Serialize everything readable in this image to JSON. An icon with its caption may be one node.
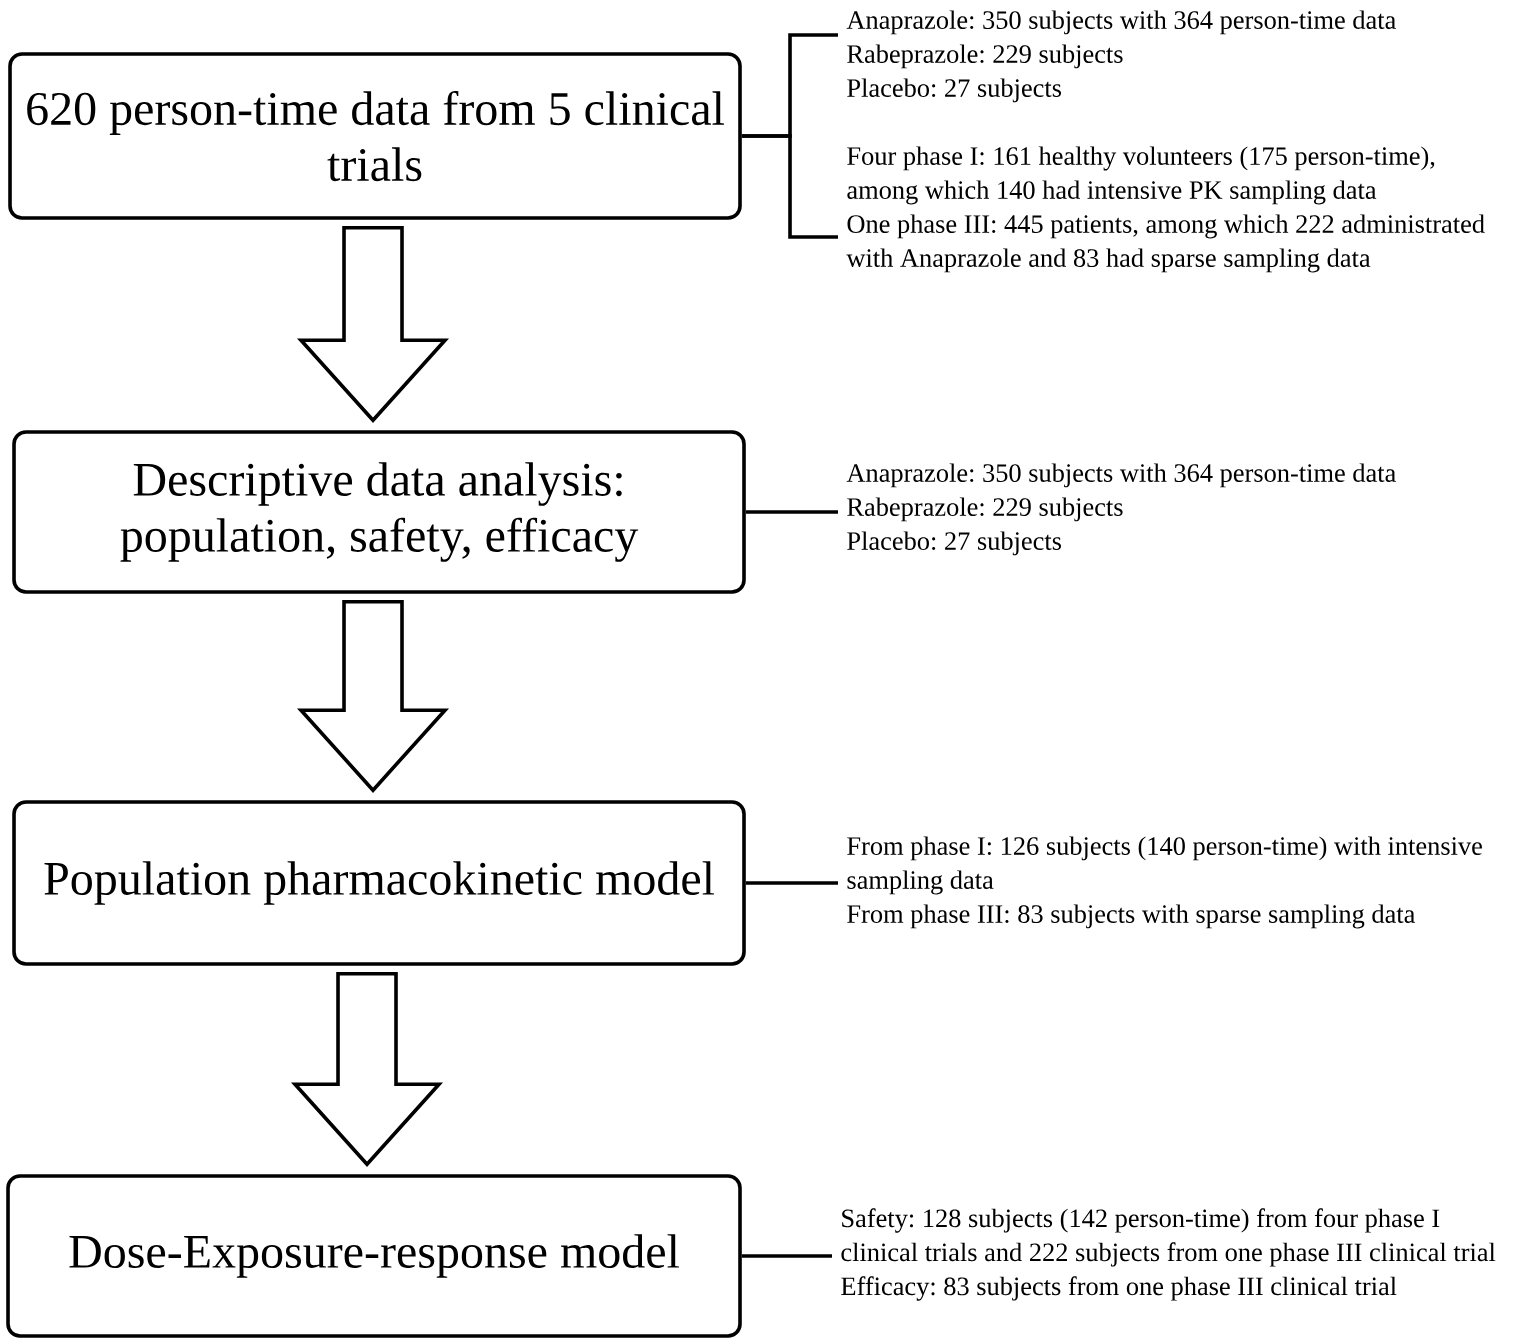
{
  "diagram": {
    "nodes": [
      {
        "text": [
          "620 person-time data from 5 clinical trials"
        ]
      },
      {
        "text": [
          "Anaprazole: 350 subjects with 364 person-time data",
          "Rabeprazole: 229 subjects",
          "Placebo: 27 subjects"
        ]
      },
      {
        "text": [
          "Four phase I: 161 healthy volunteers (175 person-time), among which 140 had intensive PK sampling data",
          "One phase III: 445 patients, among which 222 administrated with Anaprazole and 83 had sparse sampling data"
        ]
      },
      {
        "text": [
          "Descriptive data analysis: population, safety, efficacy"
        ]
      },
      {
        "text": [
          "Anaprazole: 350 subjects with 364 person-time data",
          "Rabeprazole: 229 subjects",
          "Placebo: 27 subjects"
        ]
      },
      {
        "text": [
          "Population pharmacokinetic model"
        ]
      },
      {
        "text": [
          "From phase I: 126 subjects (140 person-time) with intensive sampling data",
          "From phase III: 83 subjects with sparse sampling data"
        ]
      },
      {
        "text": [
          "Dose-Exposure-response model"
        ]
      },
      {
        "text": [
          "Safety: 128 subjects (142 person-time) from four phase I clinical trials and 222 subjects from one phase III clinical trial",
          "Efficacy: 83 subjects from one phase III clinical trial"
        ]
      }
    ],
    "edges": [
      {
        "from": 0,
        "to": 1,
        "arrow": "none"
      },
      {
        "from": 0,
        "to": 2,
        "arrow": "none"
      },
      {
        "from": 0,
        "to": 3,
        "arrow": "to"
      },
      {
        "from": 3,
        "to": 4,
        "arrow": "none"
      },
      {
        "from": 3,
        "to": 5,
        "arrow": "to"
      },
      {
        "from": 5,
        "to": 6,
        "arrow": "none"
      },
      {
        "from": 5,
        "to": 7,
        "arrow": "to"
      },
      {
        "from": 7,
        "to": 8,
        "arrow": "none"
      }
    ]
  }
}
